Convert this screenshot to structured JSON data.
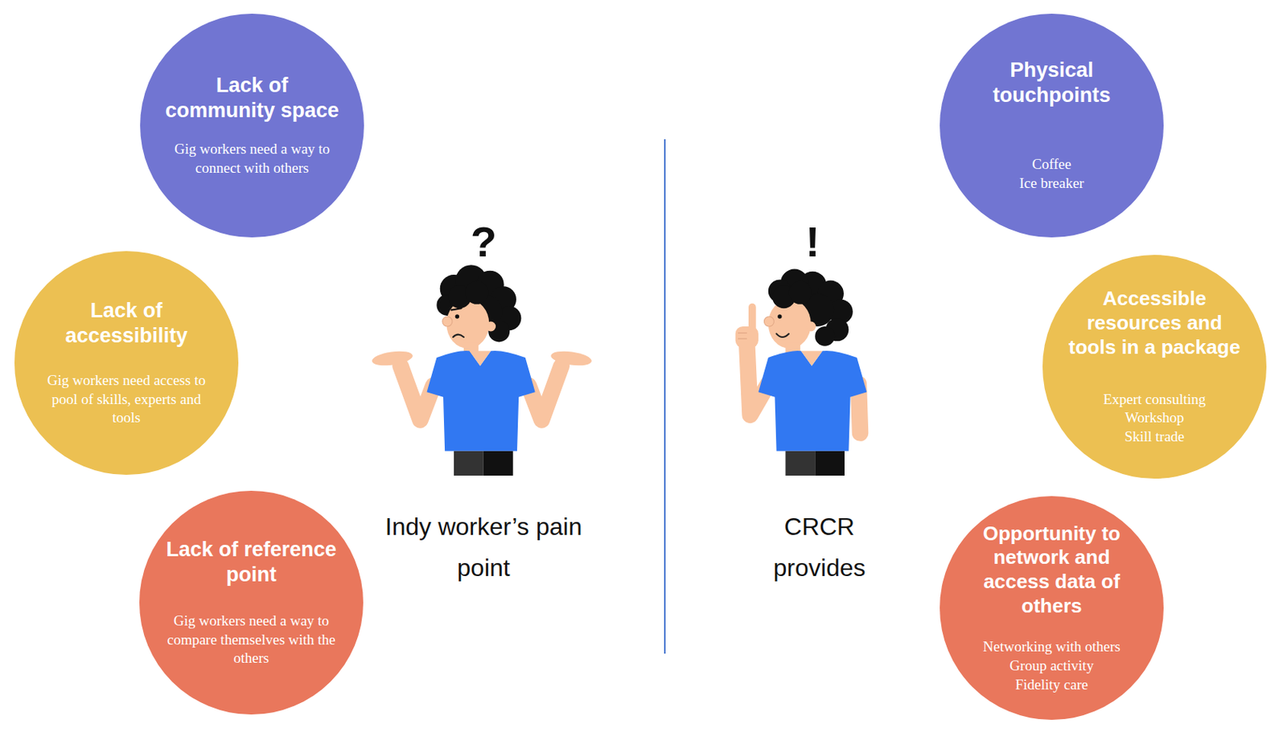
{
  "diagram": {
    "nodes": [
      {
        "text": [
          "Lack of community space",
          "Gig workers need a way to connect with others"
        ]
      },
      {
        "text": [
          "Lack of accessibility",
          "Gig workers need access to pool of skills, experts and tools"
        ]
      },
      {
        "text": [
          "Lack of reference point",
          "Gig workers need a way to compare themselves with the others"
        ]
      },
      {
        "text": [
          "Physical touchpoints",
          "Coffee",
          "Ice breaker"
        ]
      },
      {
        "text": [
          "Accessible resources and tools in a package",
          "Expert consulting",
          "Workshop",
          "Skill trade"
        ]
      },
      {
        "text": [
          "Opportunity to network and access data of others",
          "Networking with others",
          "Group activity",
          "Fidelity care"
        ]
      }
    ],
    "labels": [
      "?",
      "Indy worker’s pain point",
      "!",
      "CRCR provides"
    ]
  }
}
